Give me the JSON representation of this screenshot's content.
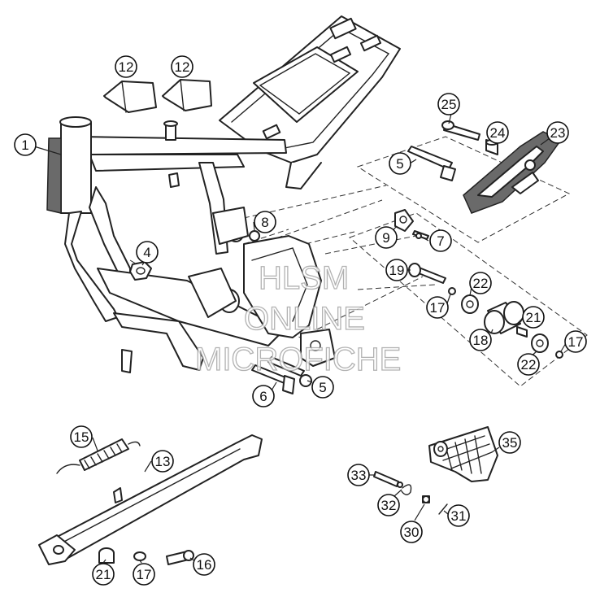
{
  "watermark": {
    "lines": [
      "HLSM",
      "ONLINE",
      "MICROFICHE"
    ]
  },
  "callouts": [
    {
      "id": "c1",
      "label": "1"
    },
    {
      "id": "c12a",
      "label": "12"
    },
    {
      "id": "c12b",
      "label": "12"
    },
    {
      "id": "c25",
      "label": "25"
    },
    {
      "id": "c24",
      "label": "24"
    },
    {
      "id": "c23",
      "label": "23"
    },
    {
      "id": "c5a",
      "label": "5"
    },
    {
      "id": "c8",
      "label": "8"
    },
    {
      "id": "c9",
      "label": "9"
    },
    {
      "id": "c7",
      "label": "7"
    },
    {
      "id": "c4",
      "label": "4"
    },
    {
      "id": "c19",
      "label": "19"
    },
    {
      "id": "c22a",
      "label": "22"
    },
    {
      "id": "c17a",
      "label": "17"
    },
    {
      "id": "c21a",
      "label": "21"
    },
    {
      "id": "c18",
      "label": "18"
    },
    {
      "id": "c22b",
      "label": "22"
    },
    {
      "id": "c17b",
      "label": "17"
    },
    {
      "id": "c6",
      "label": "6"
    },
    {
      "id": "c5b",
      "label": "5"
    },
    {
      "id": "c15",
      "label": "15"
    },
    {
      "id": "c13",
      "label": "13"
    },
    {
      "id": "c35",
      "label": "35"
    },
    {
      "id": "c33",
      "label": "33"
    },
    {
      "id": "c32",
      "label": "32"
    },
    {
      "id": "c31",
      "label": "31"
    },
    {
      "id": "c30",
      "label": "30"
    },
    {
      "id": "c21b",
      "label": "21"
    },
    {
      "id": "c17c",
      "label": "17"
    },
    {
      "id": "c16",
      "label": "16"
    }
  ]
}
